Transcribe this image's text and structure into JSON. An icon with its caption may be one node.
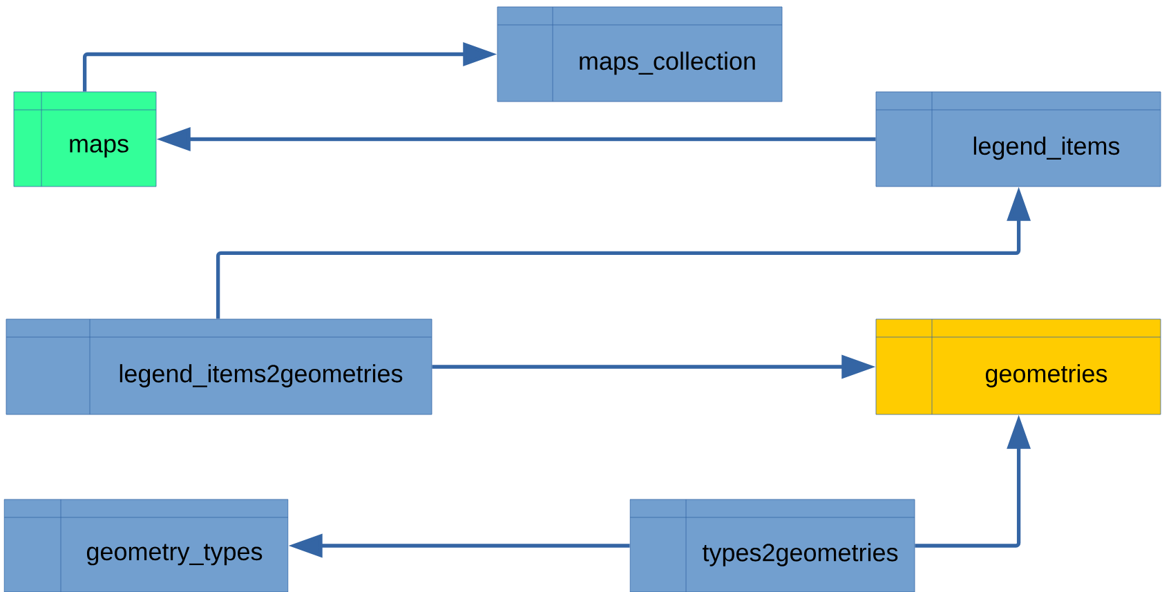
{
  "diagram": {
    "nodes": [
      {
        "text": [
          "maps_collection"
        ]
      },
      {
        "text": [
          "maps"
        ]
      },
      {
        "text": [
          "legend_items"
        ]
      },
      {
        "text": [
          "legend_items2geometries"
        ]
      },
      {
        "text": [
          "geometries"
        ]
      },
      {
        "text": [
          "geometry_types"
        ]
      },
      {
        "text": [
          "types2geometries"
        ]
      }
    ],
    "edges": [
      {
        "from": 1,
        "to": 0,
        "arrow": "to"
      },
      {
        "from": 2,
        "to": 1,
        "arrow": "to"
      },
      {
        "from": 3,
        "to": 2,
        "arrow": "to"
      },
      {
        "from": 3,
        "to": 4,
        "arrow": "to"
      },
      {
        "from": 6,
        "to": 5,
        "arrow": "to"
      },
      {
        "from": 6,
        "to": 4,
        "arrow": "to"
      }
    ]
  }
}
